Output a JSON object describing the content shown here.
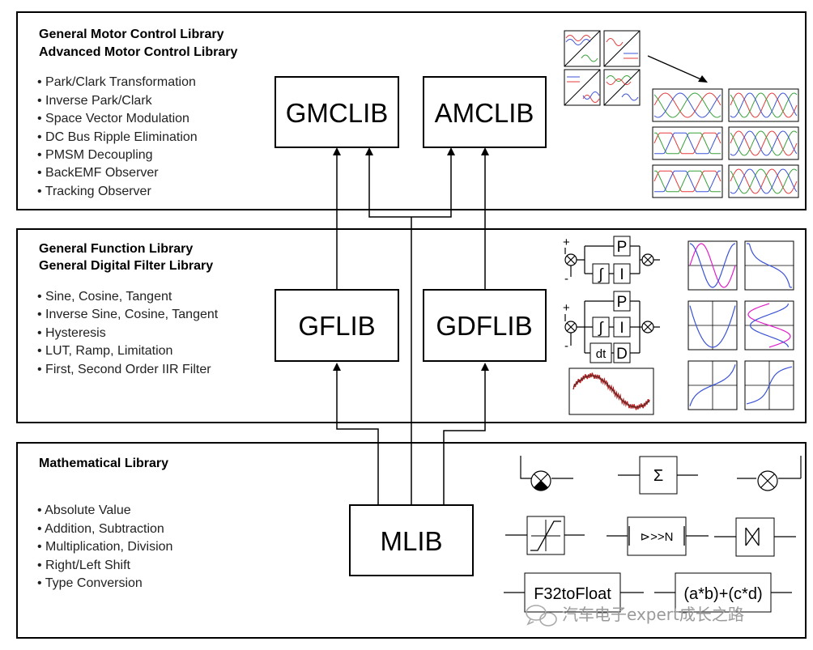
{
  "layers": [
    {
      "id": "motor",
      "headings": [
        "General Motor Control Library",
        "Advanced Motor Control Library"
      ],
      "items": [
        "Park/Clark Transformation",
        "Inverse Park/Clark",
        "Space Vector Modulation",
        "DC Bus Ripple Elimination",
        "PMSM Decoupling",
        "BackEMF Observer",
        "Tracking Observer"
      ]
    },
    {
      "id": "function",
      "headings": [
        "General Function Library",
        "General Digital Filter Library"
      ],
      "items": [
        "Sine, Cosine, Tangent",
        "Inverse Sine, Cosine, Tangent",
        "Hysteresis",
        "LUT, Ramp, Limitation",
        "First, Second Order IIR Filter"
      ]
    },
    {
      "id": "math",
      "headings": [
        "Mathematical Library"
      ],
      "items": [
        "Absolute Value",
        "Addition, Subtraction",
        "Multiplication, Division",
        "Right/Left Shift",
        "Type Conversion"
      ]
    }
  ],
  "libraries": {
    "gmclib": "GMCLIB",
    "amclib": "AMCLIB",
    "gflib": "GFLIB",
    "gdflib": "GDFLIB",
    "mlib": "MLIB"
  },
  "pid_labels": {
    "p": "P",
    "i": "I",
    "d": "D",
    "integral": "∫",
    "dt": "dt",
    "plus": "+",
    "minus": "-"
  },
  "math_symbols": {
    "sum": "Σ",
    "shift": "⊳>>N",
    "convert": "F32toFloat",
    "expression": "(a*b)+(c*d)"
  },
  "watermark": "汽车电子expert成长之路",
  "colors": {
    "frame": "#000000",
    "wave_red": "#e33b3b",
    "wave_green": "#3aa13a",
    "wave_blue": "#3b53d6",
    "wave_magenta": "#e020c8",
    "noise_red": "#b02020"
  }
}
